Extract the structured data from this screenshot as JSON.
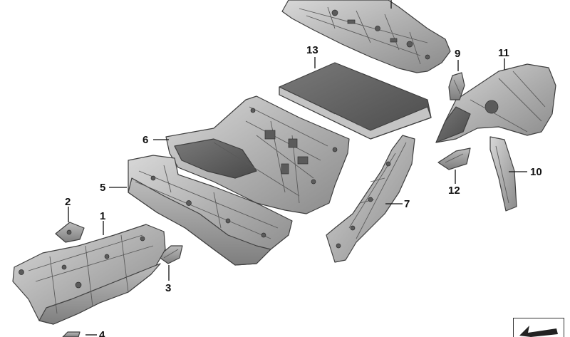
{
  "diagram": {
    "callouts": {
      "c1": "1",
      "c2": "2",
      "c3": "3",
      "c4": "4",
      "c5": "5",
      "c6": "6",
      "c7": "7",
      "c9": "9",
      "c10": "10",
      "c11": "11",
      "c12": "12",
      "c13": "13"
    }
  },
  "colors": {
    "part_light": "#c9c9c9",
    "part_mid": "#9a9a9a",
    "part_dark": "#555555",
    "outline": "#3f3f3f"
  },
  "icons": {
    "navigation": "arrow-icon"
  }
}
